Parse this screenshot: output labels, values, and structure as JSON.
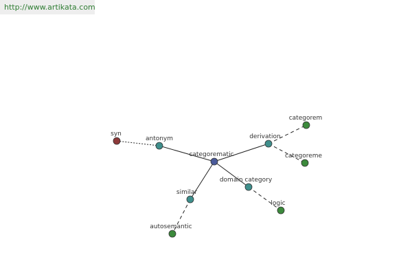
{
  "site": {
    "url": "http://www.artikata.com"
  },
  "colors": {
    "center": "#4a5a9a",
    "relation": "#3f8f8c",
    "leaf": "#3c8a3c",
    "syn": "#8e3a3a",
    "edge": "#222222"
  },
  "graph": {
    "nodes": [
      {
        "id": "categorematic",
        "label": "categorematic",
        "kind": "center"
      },
      {
        "id": "antonym",
        "label": "antonym",
        "kind": "relation"
      },
      {
        "id": "syn",
        "label": "syn",
        "kind": "syn"
      },
      {
        "id": "derivation",
        "label": "derivation",
        "kind": "relation"
      },
      {
        "id": "categorem",
        "label": "categorem",
        "kind": "leaf"
      },
      {
        "id": "categoreme",
        "label": "categoreme",
        "kind": "leaf"
      },
      {
        "id": "domain",
        "label": "domain category",
        "kind": "relation"
      },
      {
        "id": "logic",
        "label": "logic",
        "kind": "leaf"
      },
      {
        "id": "similar",
        "label": "similar",
        "kind": "relation"
      },
      {
        "id": "autosemantic",
        "label": "autosemantic",
        "kind": "leaf"
      }
    ],
    "edges": [
      {
        "from": "categorematic",
        "to": "antonym",
        "style": "solid"
      },
      {
        "from": "categorematic",
        "to": "derivation",
        "style": "solid"
      },
      {
        "from": "categorematic",
        "to": "domain",
        "style": "solid"
      },
      {
        "from": "categorematic",
        "to": "similar",
        "style": "solid"
      },
      {
        "from": "antonym",
        "to": "syn",
        "style": "dotted"
      },
      {
        "from": "derivation",
        "to": "categorem",
        "style": "dashed"
      },
      {
        "from": "derivation",
        "to": "categoreme",
        "style": "dashed"
      },
      {
        "from": "domain",
        "to": "logic",
        "style": "dashed"
      },
      {
        "from": "similar",
        "to": "autosemantic",
        "style": "dashed"
      }
    ]
  }
}
